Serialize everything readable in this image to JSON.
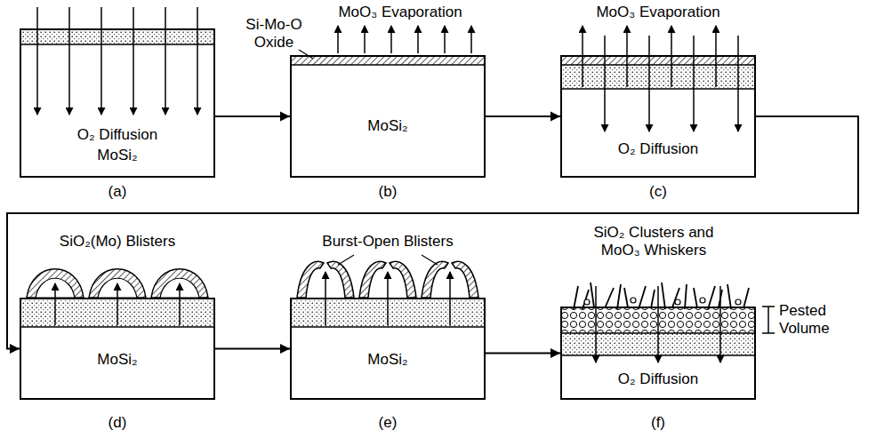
{
  "diagram": {
    "nodes": [
      {
        "text": [
          "O₂ Diffusion",
          "MoSi₂"
        ]
      },
      {
        "text": [
          "MoSi₂"
        ]
      },
      {
        "text": [
          "O₂ Diffusion"
        ]
      },
      {
        "text": [
          "MoSi₂"
        ]
      },
      {
        "text": [
          "MoSi₂"
        ]
      },
      {
        "text": [
          "O₂ Diffusion"
        ]
      }
    ],
    "edges": [
      {
        "from": 0,
        "to": 1,
        "arrow": "to"
      },
      {
        "from": 1,
        "to": 2,
        "arrow": "to"
      },
      {
        "from": 2,
        "to": 3,
        "arrow": "to"
      },
      {
        "from": 3,
        "to": 4,
        "arrow": "to"
      },
      {
        "from": 4,
        "to": 5,
        "arrow": "to"
      }
    ],
    "labels": [
      "MoO₃ Evaporation",
      "Si-Mo-O Oxide",
      "MoO₃ Evaporation",
      "(a)",
      "(b)",
      "(c)",
      "SiO₂(Mo) Blisters",
      "Burst-Open Blisters",
      "SiO₂ Clusters and MoO₃ Whiskers",
      "Pested Volume",
      "(d)",
      "(e)",
      "(f)"
    ]
  }
}
